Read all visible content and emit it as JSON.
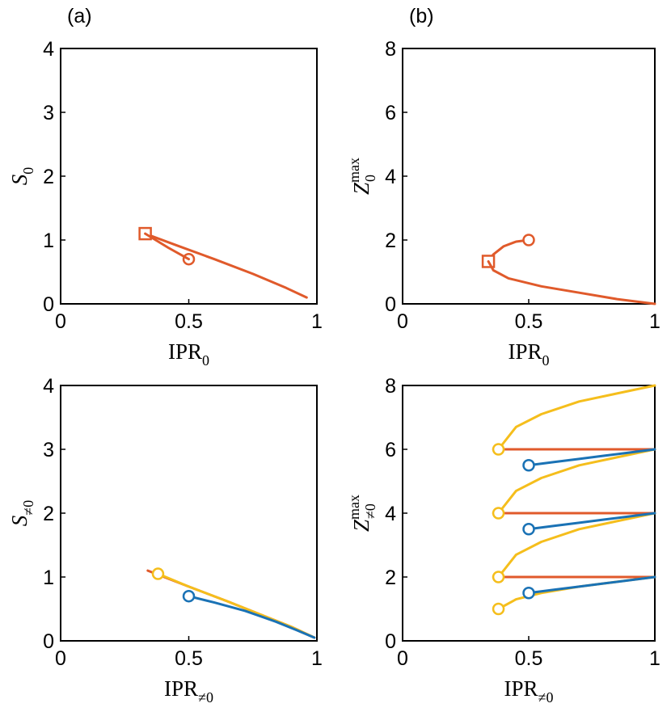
{
  "colors": {
    "orange": "#E05A2B",
    "yellow": "#F5BE1C",
    "blue": "#1A72B5"
  },
  "chart_data": [
    {
      "type": "line",
      "panel_label": "(a)",
      "xlabel": {
        "main": "IPR",
        "sub": "0"
      },
      "ylabel": {
        "main": "S",
        "sub": "0"
      },
      "xlim": [
        0,
        1
      ],
      "ylim": [
        0,
        4
      ],
      "xticks": [
        "0",
        "0.5",
        "1"
      ],
      "yticks": [
        "0",
        "1",
        "2",
        "3",
        "4"
      ],
      "series": [
        {
          "color": "orange",
          "x": [
            0.33,
            0.45,
            0.6,
            0.75,
            0.88,
            0.96
          ],
          "y": [
            1.1,
            0.92,
            0.7,
            0.47,
            0.25,
            0.1
          ],
          "markers": [
            {
              "shape": "square",
              "x": 0.33,
              "y": 1.1
            },
            {
              "shape": "circle",
              "x": 0.5,
              "y": 0.7
            }
          ]
        },
        {
          "color": "orange",
          "x": [
            0.33,
            0.42,
            0.5
          ],
          "y": [
            1.1,
            0.88,
            0.7
          ]
        }
      ]
    },
    {
      "type": "line",
      "panel_label": "(b)",
      "xlabel": {
        "main": "IPR",
        "sub": "0"
      },
      "ylabel": {
        "main": "Z",
        "sub": "0",
        "sup": "max"
      },
      "xlim": [
        0,
        1
      ],
      "ylim": [
        0,
        8
      ],
      "xticks": [
        "0",
        "0.5",
        "1"
      ],
      "yticks": [
        "0",
        "2",
        "4",
        "6",
        "8"
      ],
      "series": [
        {
          "color": "orange",
          "x": [
            0.34,
            0.36,
            0.4,
            0.45,
            0.5
          ],
          "y": [
            1.33,
            1.55,
            1.8,
            1.95,
            2.0
          ],
          "markers": [
            {
              "shape": "square",
              "x": 0.34,
              "y": 1.33
            },
            {
              "shape": "circle",
              "x": 0.5,
              "y": 2.0
            }
          ]
        },
        {
          "color": "orange",
          "x": [
            0.34,
            0.36,
            0.42,
            0.55,
            0.7,
            0.85,
            1.0
          ],
          "y": [
            1.33,
            1.05,
            0.8,
            0.55,
            0.35,
            0.15,
            0.0
          ]
        }
      ]
    },
    {
      "type": "line",
      "xlabel": {
        "main": "IPR",
        "sub": "≠0"
      },
      "ylabel": {
        "main": "S",
        "sub": "≠0"
      },
      "xlim": [
        0,
        1
      ],
      "ylim": [
        0,
        4
      ],
      "xticks": [
        "0",
        "0.5",
        "1"
      ],
      "yticks": [
        "0",
        "1",
        "2",
        "3",
        "4"
      ],
      "series": [
        {
          "color": "orange",
          "x": [
            0.34,
            0.5,
            0.65,
            0.8,
            0.9,
            0.99
          ],
          "y": [
            1.1,
            0.85,
            0.62,
            0.38,
            0.22,
            0.05
          ]
        },
        {
          "color": "yellow",
          "x": [
            0.38,
            0.5,
            0.65,
            0.8,
            0.9,
            0.99
          ],
          "y": [
            1.05,
            0.85,
            0.62,
            0.38,
            0.22,
            0.05
          ],
          "markers": [
            {
              "shape": "circle",
              "x": 0.38,
              "y": 1.05
            }
          ]
        },
        {
          "color": "blue",
          "x": [
            0.5,
            0.6,
            0.72,
            0.84,
            0.92,
            0.99
          ],
          "y": [
            0.7,
            0.6,
            0.47,
            0.3,
            0.17,
            0.05
          ],
          "markers": [
            {
              "shape": "circle",
              "x": 0.5,
              "y": 0.7
            }
          ]
        }
      ]
    },
    {
      "type": "line",
      "xlabel": {
        "main": "IPR",
        "sub": "≠0"
      },
      "ylabel": {
        "main": "Z",
        "sub": "≠0",
        "sup": "max"
      },
      "xlim": [
        0,
        1
      ],
      "ylim": [
        0,
        8
      ],
      "xticks": [
        "0",
        "0.5",
        "1"
      ],
      "yticks": [
        "0",
        "2",
        "4",
        "6",
        "8"
      ],
      "series": [
        {
          "color": "orange",
          "x": [
            0.36,
            1.0
          ],
          "y": [
            6.0,
            6.0
          ]
        },
        {
          "color": "orange",
          "x": [
            0.36,
            1.0
          ],
          "y": [
            4.0,
            4.0
          ]
        },
        {
          "color": "orange",
          "x": [
            0.36,
            1.0
          ],
          "y": [
            2.0,
            2.0
          ]
        },
        {
          "color": "yellow",
          "x": [
            0.38,
            0.45,
            0.55,
            0.7,
            0.85,
            1.0
          ],
          "y": [
            6.0,
            6.7,
            7.1,
            7.5,
            7.75,
            8.0
          ],
          "markers": [
            {
              "shape": "circle",
              "x": 0.38,
              "y": 6.0
            }
          ]
        },
        {
          "color": "yellow",
          "x": [
            0.38,
            0.45,
            0.55,
            0.7,
            0.85,
            1.0
          ],
          "y": [
            4.0,
            4.7,
            5.1,
            5.5,
            5.75,
            6.0
          ],
          "markers": [
            {
              "shape": "circle",
              "x": 0.38,
              "y": 4.0
            }
          ]
        },
        {
          "color": "yellow",
          "x": [
            0.38,
            0.45,
            0.55,
            0.7,
            0.85,
            1.0
          ],
          "y": [
            2.0,
            2.7,
            3.1,
            3.5,
            3.75,
            4.0
          ],
          "markers": [
            {
              "shape": "circle",
              "x": 0.38,
              "y": 2.0
            }
          ]
        },
        {
          "color": "yellow",
          "x": [
            0.38,
            0.45,
            0.55,
            0.7,
            0.85,
            1.0
          ],
          "y": [
            1.0,
            1.3,
            1.5,
            1.7,
            1.85,
            2.0
          ],
          "markers": [
            {
              "shape": "circle",
              "x": 0.38,
              "y": 1.0
            }
          ]
        },
        {
          "color": "blue",
          "x": [
            0.5,
            0.6,
            0.7,
            0.8,
            0.9,
            1.0
          ],
          "y": [
            5.5,
            5.6,
            5.7,
            5.8,
            5.9,
            6.0
          ],
          "markers": [
            {
              "shape": "circle",
              "x": 0.5,
              "y": 5.5
            }
          ]
        },
        {
          "color": "blue",
          "x": [
            0.5,
            0.6,
            0.7,
            0.8,
            0.9,
            1.0
          ],
          "y": [
            3.5,
            3.6,
            3.7,
            3.8,
            3.9,
            4.0
          ],
          "markers": [
            {
              "shape": "circle",
              "x": 0.5,
              "y": 3.5
            }
          ]
        },
        {
          "color": "blue",
          "x": [
            0.5,
            0.6,
            0.7,
            0.8,
            0.9,
            1.0
          ],
          "y": [
            1.5,
            1.6,
            1.7,
            1.8,
            1.9,
            2.0
          ],
          "markers": [
            {
              "shape": "circle",
              "x": 0.5,
              "y": 1.5
            }
          ]
        }
      ]
    }
  ]
}
